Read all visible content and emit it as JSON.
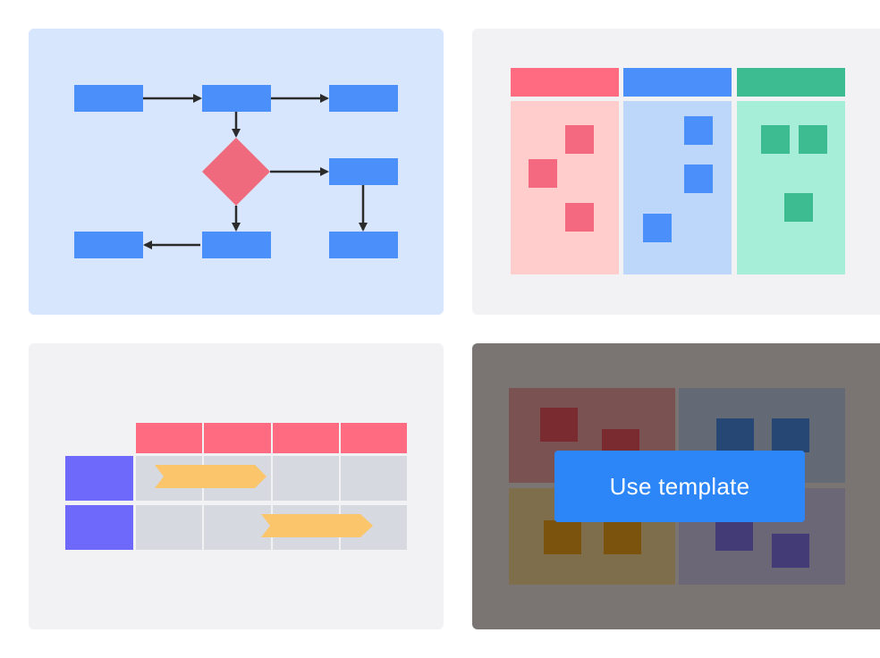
{
  "templates": [
    {
      "thumbnail": "flowchart-thumbnail",
      "background": "#d7e6fd"
    },
    {
      "thumbnail": "kanban-thumbnail",
      "background": "#f2f2f4"
    },
    {
      "thumbnail": "timeline-thumbnail",
      "background": "#f2f2f4"
    },
    {
      "thumbnail": "quadrant-board-thumbnail",
      "background": "#f2f2f4"
    }
  ],
  "hover_card": {
    "button_label": "Use template",
    "button_color": "#2d86f8",
    "overlay_color": "rgba(35,25,20,0.58)"
  },
  "colors": {
    "blue": "#4a8ffa",
    "pink": "#f06a7d",
    "red_header": "#ff6b81",
    "green_header": "#3cbc90",
    "purple": "#6e69fb",
    "orange_arrow": "#fbc56c"
  }
}
